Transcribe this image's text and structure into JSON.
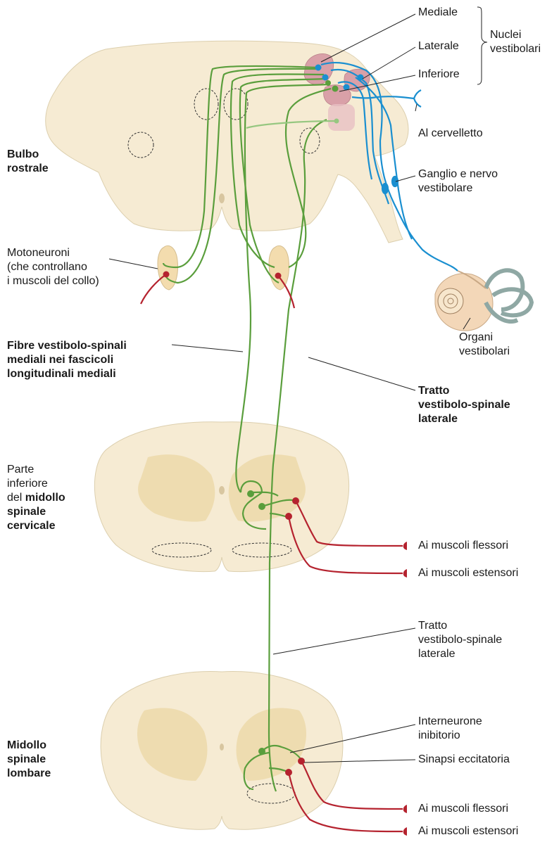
{
  "labels": {
    "mediale": "Mediale",
    "laterale": "Laterale",
    "inferiore": "Inferiore",
    "nuclei_vestibolari": "Nuclei\nvestibolari",
    "al_cervelletto": "Al cervelletto",
    "ganglio_nervo": "Ganglio e nervo\nvestibolare",
    "bulbo_rostrale": "Bulbo\nrostrale",
    "motoneuroni": "Motoneuroni\n(che controllano\ni muscoli del collo)",
    "organi_vestibolari": "Organi\nvestibolari",
    "fibre_mediali": "Fibre vestibolo-spinali\nmediali nei fascicoli\nlongitudinali mediali",
    "tratto_laterale_bold": "Tratto\nvestibolo-spinale\nlaterale",
    "parte_inferiore": "Parte\ninferiore",
    "del_prefix": "del ",
    "midollo_cervicale_1": "midollo",
    "midollo_cervicale_2": "spinale\ncervicale",
    "flessori_1": "Ai muscoli flessori",
    "estensori_1": "Ai muscoli estensori",
    "tratto_laterale": "Tratto\nvestibolo-spinale\nlaterale",
    "midollo_lombare": "Midollo\nspinale\nlombare",
    "interneurone": "Interneurone\ninibitorio",
    "sinapsi": "Sinapsi eccitatoria",
    "flessori_2": "Ai muscoli flessori",
    "estensori_2": "Ai muscoli estensori"
  },
  "colors": {
    "tissue": "#f6ebd3",
    "tissue_outline": "#dccfae",
    "grey_matter": "#ecd8a8",
    "nucleus": "#d9a0a8",
    "nucleus_inferior": "#e8c0c4",
    "vestibular_fiber": "#1a8fd0",
    "vestibulospinal_fiber": "#5a9e3c",
    "motor_fiber": "#b5232f",
    "leader_line": "#222222"
  }
}
